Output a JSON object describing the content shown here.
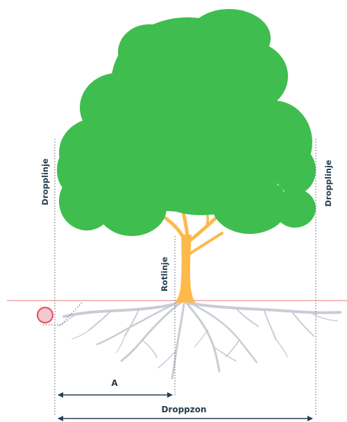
{
  "labels": {
    "dripline_left": "Dropplinje",
    "dripline_right": "Dropplinje",
    "rootline": "Rotlinje",
    "distance_a": "A",
    "dripzone": "Droppzon"
  },
  "colors": {
    "canopy": "#3fbd4f",
    "trunk": "#fdb94a",
    "roots": "#c9ccd4",
    "ground_line": "#f4a6a6",
    "marker_fill": "#f1c9d3",
    "marker_stroke": "#e8545c",
    "dimension_lines": "#263e4f",
    "guide_lines": "#6b7785"
  },
  "icons": {
    "marker": "circle-marker-icon",
    "tree": "tree-icon"
  }
}
